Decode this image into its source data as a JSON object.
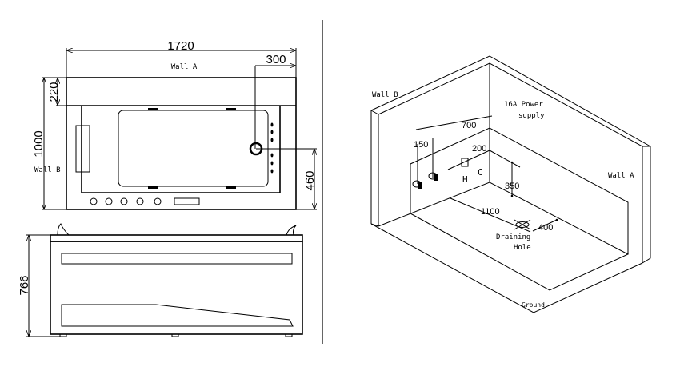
{
  "top_view": {
    "width_dim": "1720",
    "offset_dim": "300",
    "wall_depth_dim": "220",
    "depth_dim": "1000",
    "drain_dim": "460",
    "wall_a_label": "Wall A",
    "wall_b_label": "Wall B"
  },
  "side_view": {
    "height_dim": "766"
  },
  "iso_view": {
    "wall_b_label": "Wall B",
    "wall_a_label": "Wall A",
    "power_line1": "16A Power",
    "power_line2": "supply",
    "dim_700": "700",
    "dim_150": "150",
    "dim_200": "200",
    "hot_label": "H",
    "cold_label": "C",
    "dim_350": "350",
    "dim_1100": "1100",
    "dim_400": "400",
    "drain_line1": "Draining",
    "drain_line2": "Hole",
    "ground_label": "Ground"
  }
}
